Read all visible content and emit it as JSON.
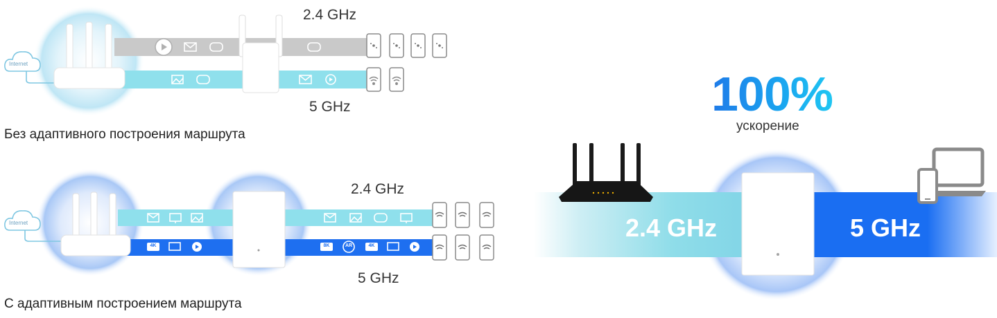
{
  "top_diagram": {
    "freq_24": "2.4 GHz",
    "freq_5": "5 GHz",
    "cloud_label": "Internet",
    "caption": "Без адаптивного построения маршрута"
  },
  "bottom_diagram": {
    "freq_24": "2.4 GHz",
    "freq_5": "5 GHz",
    "cloud_label": "Internet",
    "caption": "С адаптивным построением маршрута",
    "badges_5g": [
      "4K",
      "8K",
      "AR",
      "4K"
    ]
  },
  "right_panel": {
    "percent": "100%",
    "subtitle": "ускорение",
    "band_24": "2.4 GHz",
    "band_5": "5 GHz"
  },
  "colors": {
    "gray_band": "#c9c9c9",
    "cyan_band": "#8fe0ec",
    "blue_band": "#1e6ff0",
    "halo": "#bfe6f5"
  }
}
